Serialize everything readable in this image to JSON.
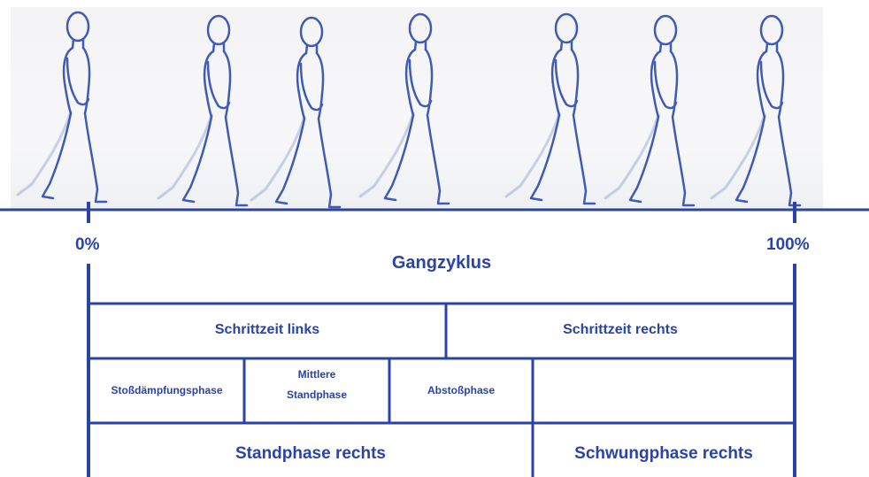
{
  "colors": {
    "primary": "#2a43a6",
    "figure": "#3f5bb5",
    "background": "#f4f4f6"
  },
  "markers": {
    "start": "0%",
    "end": "100%"
  },
  "title": "Gangzyklus",
  "step_times": [
    "Schrittzeit links",
    "Schrittzeit rechts"
  ],
  "phases": {
    "p1": "Stoßdämpfungsphase",
    "p2_line1": "Mittlere",
    "p2_line2": "Standphase",
    "p3": "Abstoßphase",
    "p4": ""
  },
  "bottom": {
    "stance": "Standphase rechts",
    "swing": "Schwungphase rechts"
  },
  "illustration": {
    "figure_count": 7,
    "depicts": "walking-person-silhouette"
  }
}
